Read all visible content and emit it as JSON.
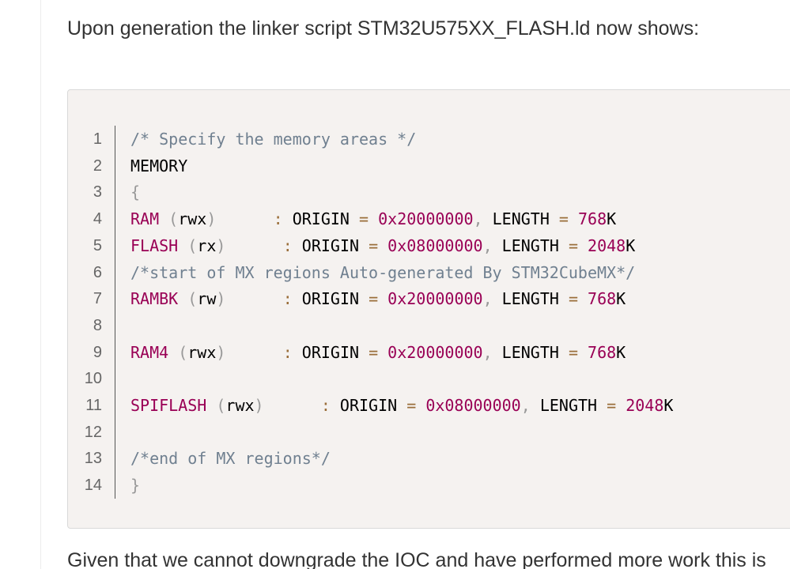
{
  "intro_text": "Upon generation the linker script STM32U575XX_FLASH.ld now shows:",
  "outro_text": "Given that we cannot downgrade the IOC and have performed more work this is",
  "code": {
    "line_numbers": [
      "1",
      "2",
      "3",
      "4",
      "5",
      "6",
      "7",
      "8",
      "9",
      "10",
      "11",
      "12",
      "13",
      "14"
    ],
    "lines": [
      [
        {
          "t": "/* Specify the memory areas */",
          "c": "comment"
        }
      ],
      [
        {
          "t": "MEMORY",
          "c": "plain"
        }
      ],
      [
        {
          "t": "{",
          "c": "punct"
        }
      ],
      [
        {
          "t": "RAM ",
          "c": "sym"
        },
        {
          "t": "(",
          "c": "punct"
        },
        {
          "t": "rwx",
          "c": "plain"
        },
        {
          "t": ")",
          "c": "punct"
        },
        {
          "t": "      ",
          "c": "plain"
        },
        {
          "t": ":",
          "c": "op"
        },
        {
          "t": " ORIGIN ",
          "c": "plain"
        },
        {
          "t": "=",
          "c": "op"
        },
        {
          "t": " ",
          "c": "plain"
        },
        {
          "t": "0x20000000",
          "c": "num"
        },
        {
          "t": ",",
          "c": "punct"
        },
        {
          "t": " LENGTH ",
          "c": "plain"
        },
        {
          "t": "=",
          "c": "op"
        },
        {
          "t": " ",
          "c": "plain"
        },
        {
          "t": "768",
          "c": "num"
        },
        {
          "t": "K",
          "c": "plain"
        }
      ],
      [
        {
          "t": "FLASH ",
          "c": "sym"
        },
        {
          "t": "(",
          "c": "punct"
        },
        {
          "t": "rx",
          "c": "plain"
        },
        {
          "t": ")",
          "c": "punct"
        },
        {
          "t": "      ",
          "c": "plain"
        },
        {
          "t": ":",
          "c": "op"
        },
        {
          "t": " ORIGIN ",
          "c": "plain"
        },
        {
          "t": "=",
          "c": "op"
        },
        {
          "t": " ",
          "c": "plain"
        },
        {
          "t": "0x08000000",
          "c": "num"
        },
        {
          "t": ",",
          "c": "punct"
        },
        {
          "t": " LENGTH ",
          "c": "plain"
        },
        {
          "t": "=",
          "c": "op"
        },
        {
          "t": " ",
          "c": "plain"
        },
        {
          "t": "2048",
          "c": "num"
        },
        {
          "t": "K",
          "c": "plain"
        }
      ],
      [
        {
          "t": "/*start of MX regions Auto-generated By STM32CubeMX*/",
          "c": "comment"
        }
      ],
      [
        {
          "t": "RAMBK ",
          "c": "sym"
        },
        {
          "t": "(",
          "c": "punct"
        },
        {
          "t": "rw",
          "c": "plain"
        },
        {
          "t": ")",
          "c": "punct"
        },
        {
          "t": "      ",
          "c": "plain"
        },
        {
          "t": ":",
          "c": "op"
        },
        {
          "t": " ORIGIN ",
          "c": "plain"
        },
        {
          "t": "=",
          "c": "op"
        },
        {
          "t": " ",
          "c": "plain"
        },
        {
          "t": "0x20000000",
          "c": "num"
        },
        {
          "t": ",",
          "c": "punct"
        },
        {
          "t": " LENGTH ",
          "c": "plain"
        },
        {
          "t": "=",
          "c": "op"
        },
        {
          "t": " ",
          "c": "plain"
        },
        {
          "t": "768",
          "c": "num"
        },
        {
          "t": "K",
          "c": "plain"
        }
      ],
      [],
      [
        {
          "t": "RAM4 ",
          "c": "sym"
        },
        {
          "t": "(",
          "c": "punct"
        },
        {
          "t": "rwx",
          "c": "plain"
        },
        {
          "t": ")",
          "c": "punct"
        },
        {
          "t": "      ",
          "c": "plain"
        },
        {
          "t": ":",
          "c": "op"
        },
        {
          "t": " ORIGIN ",
          "c": "plain"
        },
        {
          "t": "=",
          "c": "op"
        },
        {
          "t": " ",
          "c": "plain"
        },
        {
          "t": "0x20000000",
          "c": "num"
        },
        {
          "t": ",",
          "c": "punct"
        },
        {
          "t": " LENGTH ",
          "c": "plain"
        },
        {
          "t": "=",
          "c": "op"
        },
        {
          "t": " ",
          "c": "plain"
        },
        {
          "t": "768",
          "c": "num"
        },
        {
          "t": "K",
          "c": "plain"
        }
      ],
      [],
      [
        {
          "t": "SPIFLASH ",
          "c": "sym"
        },
        {
          "t": "(",
          "c": "punct"
        },
        {
          "t": "rwx",
          "c": "plain"
        },
        {
          "t": ")",
          "c": "punct"
        },
        {
          "t": "      ",
          "c": "plain"
        },
        {
          "t": ":",
          "c": "op"
        },
        {
          "t": " ORIGIN ",
          "c": "plain"
        },
        {
          "t": "=",
          "c": "op"
        },
        {
          "t": " ",
          "c": "plain"
        },
        {
          "t": "0x08000000",
          "c": "num"
        },
        {
          "t": ",",
          "c": "punct"
        },
        {
          "t": " LENGTH ",
          "c": "plain"
        },
        {
          "t": "=",
          "c": "op"
        },
        {
          "t": " ",
          "c": "plain"
        },
        {
          "t": "2048",
          "c": "num"
        },
        {
          "t": "K",
          "c": "plain"
        }
      ],
      [],
      [
        {
          "t": "/*end of MX regions*/",
          "c": "comment"
        }
      ],
      [
        {
          "t": "}",
          "c": "punct"
        }
      ]
    ]
  },
  "colors": {
    "code_background": "#f5f2f0",
    "comment": "#708090",
    "symbol": "#990055",
    "number": "#990055",
    "operator": "#9a6e3a"
  }
}
